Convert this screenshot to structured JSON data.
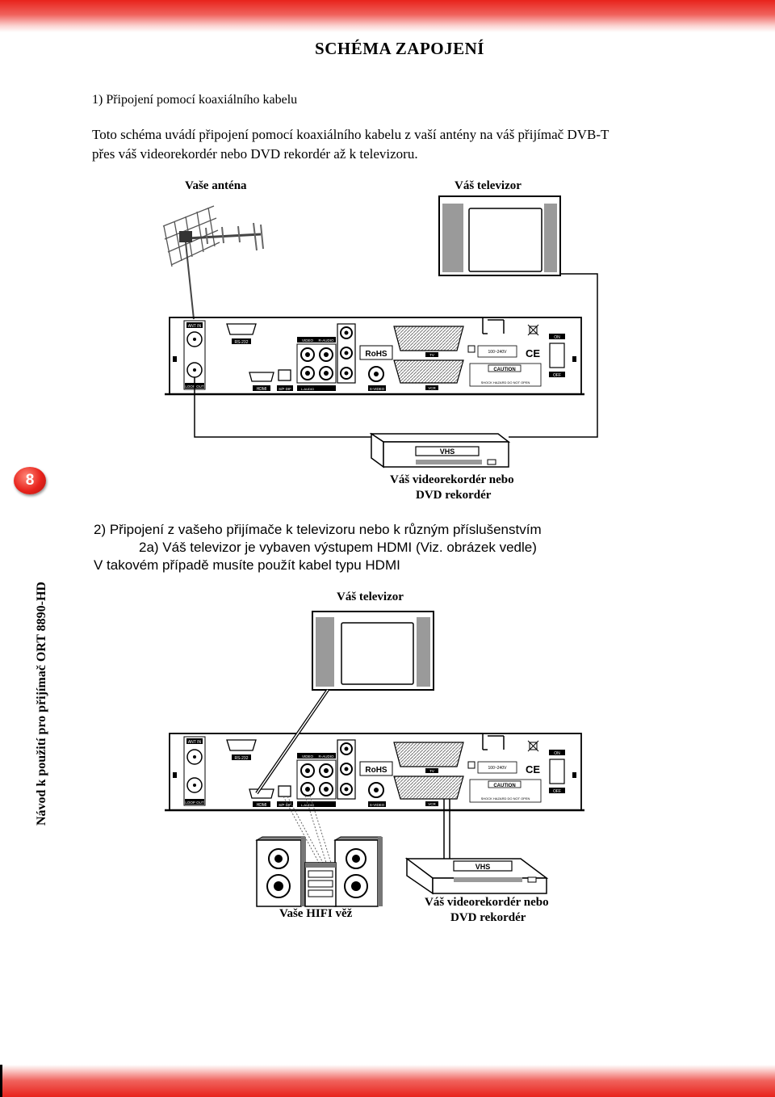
{
  "page": {
    "title": "SCHÉMA ZAPOJENÍ",
    "side_label": "Návod k použití pro přijímač ORT 8890-HD",
    "page_number": "8"
  },
  "section1": {
    "heading": "1) Připojení pomocí koaxiálního kabelu",
    "para_line1": "Toto schéma uvádí připojení pomocí koaxiálního kabelu z vaší antény na váš přijímač DVB-T",
    "para_line2": "přes váš videorekordér nebo DVD rekordér až k televizoru.",
    "label_antenna": "Vaše anténa",
    "label_tv": "Váš televizor",
    "label_vcr_line1": "Váš videorekordér nebo",
    "label_vcr_line2": "DVD rekordér"
  },
  "section2": {
    "heading": "2) Připojení z vašeho přijímače k televizoru nebo k různým příslušenstvím",
    "sub_heading": "2a) Váš televizor je vybaven výstupem HDMI (Viz. obrázek vedle)",
    "note": "V takovém případě musíte použít kabel typu HDMI",
    "label_tv": "Váš televizor",
    "label_hifi": "Vaše HIFI věž",
    "label_vcr_line1": "Váš videorekordér nebo",
    "label_vcr_line2": "DVD rekordér"
  },
  "receiver_labels": {
    "ant_in": "ANT IN",
    "loop_out": "LOOP OUT",
    "rs232": "RS-232",
    "hdmi": "HDMI",
    "spdif": "S/P DIF",
    "video": "VIDEO",
    "r_audio": "R-AUDIO",
    "l_audio": "L-AUDIO",
    "s_video": "S-VIDEO",
    "tv": "TV",
    "vcr": "VCR",
    "on": "ON",
    "off": "OFF",
    "rohs": "RoHS",
    "ce": "CE",
    "caution": "CAUTION",
    "shock_hazard": "SHOCK HAZARD DO NOT OPEN",
    "power_rating": "100~240V",
    "vhs": "VHS"
  },
  "colors": {
    "brand_red": "#e8231c",
    "screen_gray": "#9a9a9a"
  }
}
